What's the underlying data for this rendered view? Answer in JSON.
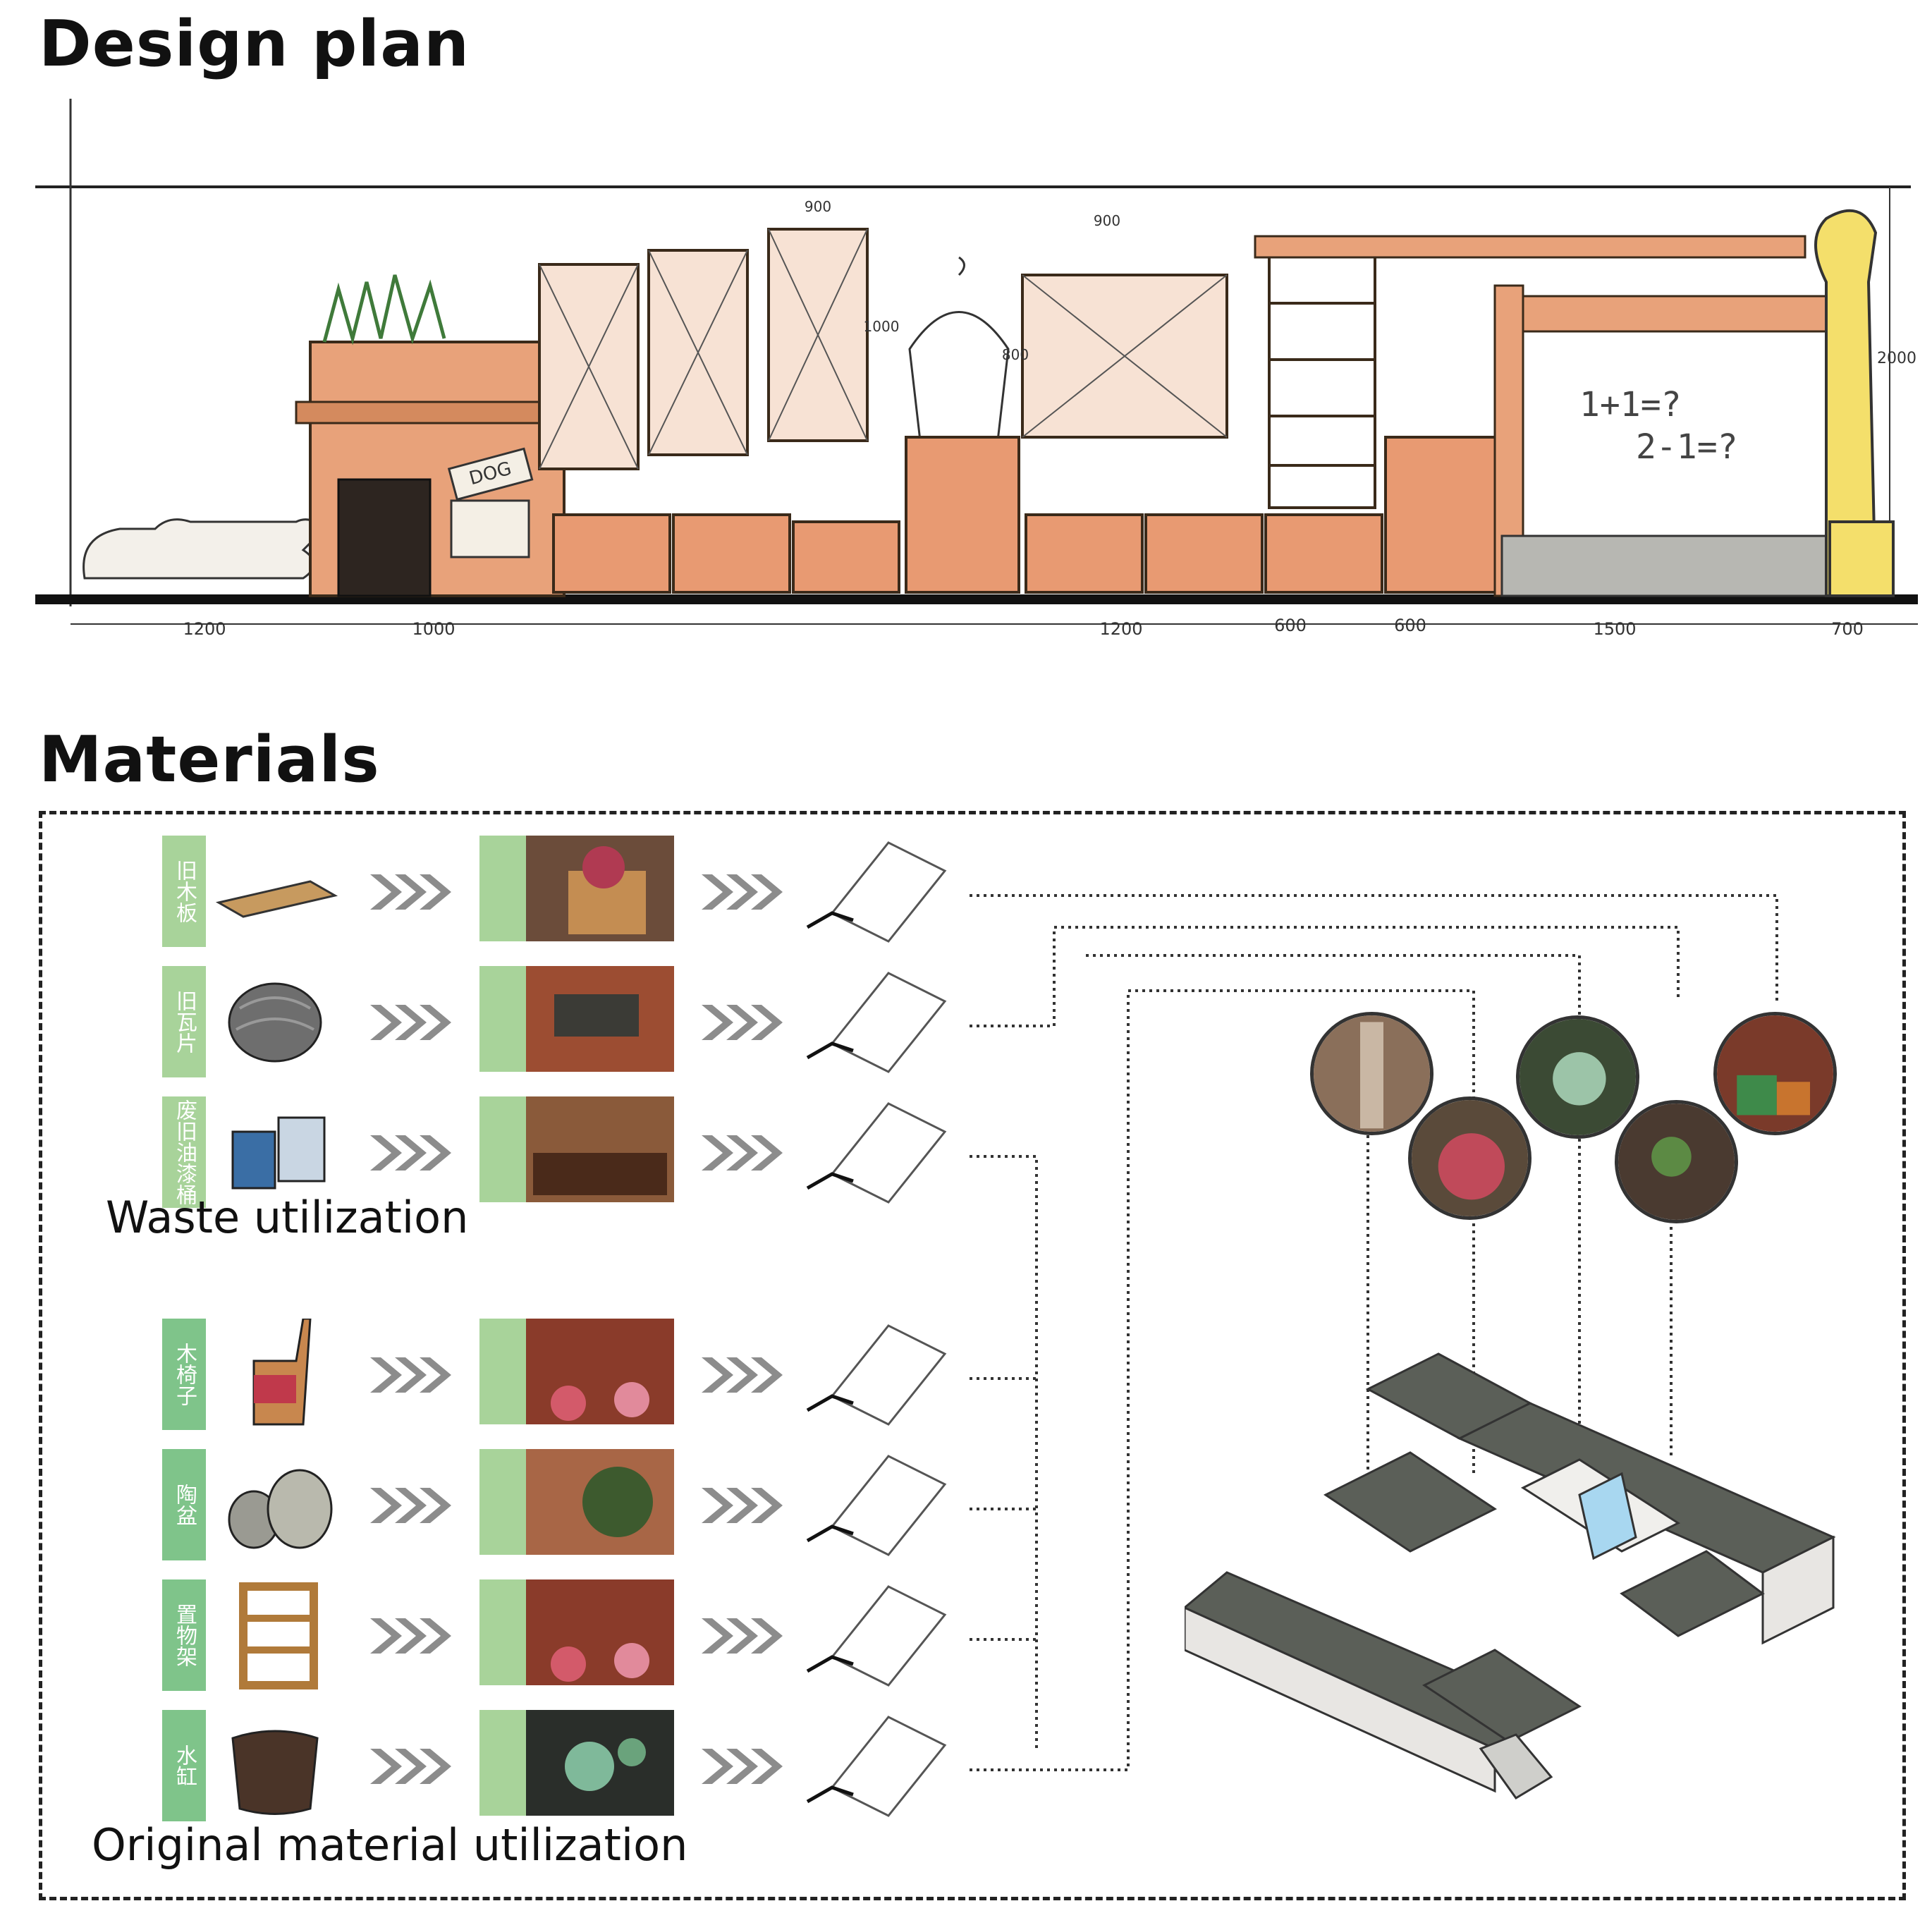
{
  "titles": {
    "design_plan": "Design plan",
    "materials": "Materials"
  },
  "elevation": {
    "dimensions_bottom": [
      "1200",
      "1000",
      "1200",
      "600",
      "600",
      "1500",
      "700"
    ],
    "dimensions_top": [
      "900",
      "900"
    ],
    "dimensions_vertical": [
      "1000",
      "800",
      "2000"
    ],
    "sign_text": "DOG",
    "board_text_line1": "1+1=?",
    "board_text_line2": "2-1=?"
  },
  "groups": {
    "waste_label": "Waste utilization",
    "original_label": "Original material utilization"
  },
  "waste_rows": [
    {
      "tag": "旧木板",
      "object": "old-board"
    },
    {
      "tag": "旧瓦片",
      "object": "old-tiles"
    },
    {
      "tag": "废旧油漆桶",
      "object": "paint-buckets"
    }
  ],
  "original_rows": [
    {
      "tag": "木椅子",
      "object": "wooden-chair"
    },
    {
      "tag": "陶盆",
      "object": "ceramic-pots"
    },
    {
      "tag": "置物架",
      "object": "shelf"
    },
    {
      "tag": "水缸",
      "object": "water-vat"
    }
  ],
  "colors": {
    "tag_green": "#a8d39a",
    "tag_green_dark": "#7fc48a",
    "arrow_gray": "#8c8c8c",
    "wood": "#d9906a",
    "roof": "#5b5f58"
  }
}
